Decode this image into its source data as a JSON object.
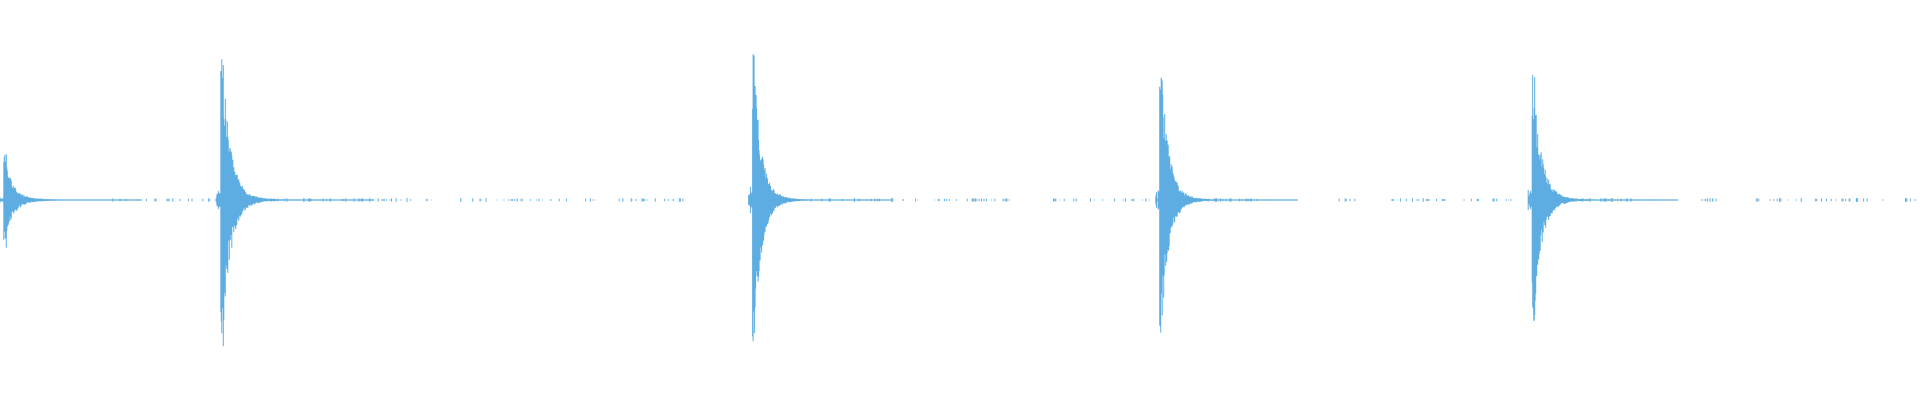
{
  "waveform": {
    "color": "#5dade2",
    "duration_normalized": 1.0,
    "baseline_amplitude": 0.0,
    "transients": [
      {
        "time": 0.002,
        "peak_amplitude": 0.25,
        "decay": 0.018
      },
      {
        "time": 0.115,
        "peak_amplitude": 0.86,
        "decay": 0.02
      },
      {
        "time": 0.392,
        "peak_amplitude": 0.84,
        "decay": 0.018
      },
      {
        "time": 0.604,
        "peak_amplitude": 0.83,
        "decay": 0.018
      },
      {
        "time": 0.798,
        "peak_amplitude": 0.74,
        "decay": 0.019
      }
    ],
    "low_level_segments": [
      {
        "start": 0.055,
        "end": 0.115,
        "density": 0.55
      },
      {
        "start": 0.132,
        "end": 0.225,
        "density": 0.85
      },
      {
        "start": 0.24,
        "end": 0.362,
        "density": 0.45
      },
      {
        "start": 0.41,
        "end": 0.53,
        "density": 0.55
      },
      {
        "start": 0.548,
        "end": 0.604,
        "density": 0.45
      },
      {
        "start": 0.62,
        "end": 0.655,
        "density": 1.0
      },
      {
        "start": 0.695,
        "end": 0.71,
        "density": 0.9
      },
      {
        "start": 0.725,
        "end": 0.79,
        "density": 0.6
      },
      {
        "start": 0.815,
        "end": 0.853,
        "density": 1.0
      },
      {
        "start": 0.885,
        "end": 0.895,
        "density": 0.6
      },
      {
        "start": 0.915,
        "end": 1.0,
        "density": 0.5
      }
    ]
  }
}
